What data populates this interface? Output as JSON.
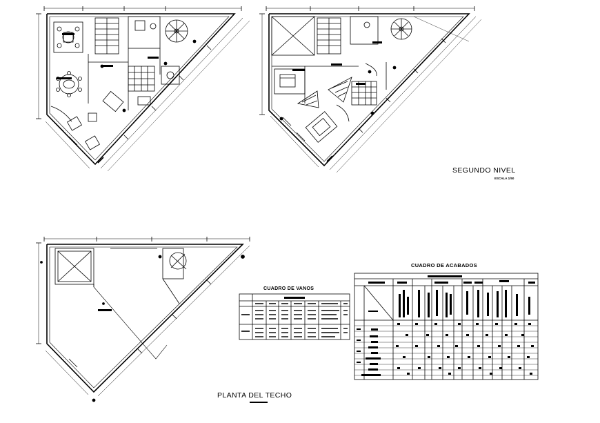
{
  "sheet": {
    "segundo_nivel_title": "SEGUNDO NIVEL",
    "segundo_nivel_scale": "ESCALA 1/50",
    "planta_techo_title": "PLANTA DEL TECHO",
    "cuadro_vanos_title": "CUADRO DE VANOS",
    "cuadro_acabados_title": "CUADRO DE ACABADOS"
  },
  "colors": {
    "ink": "#000000",
    "paper": "#ffffff"
  }
}
